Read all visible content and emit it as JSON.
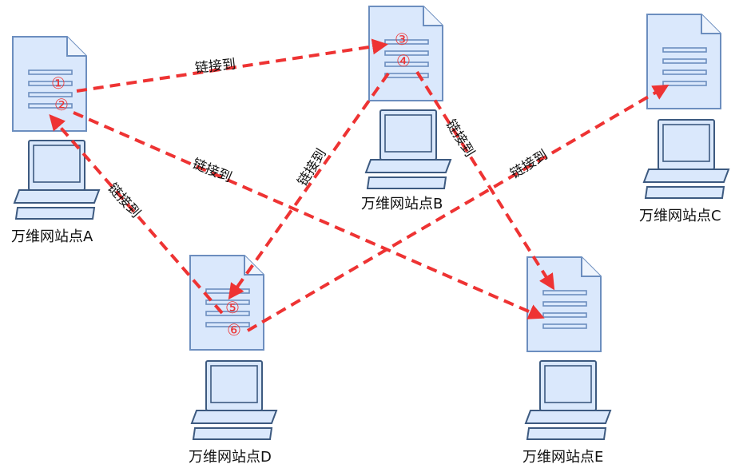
{
  "sites": [
    {
      "id": "A",
      "label": "万维网站点A"
    },
    {
      "id": "B",
      "label": "万维网站点B"
    },
    {
      "id": "C",
      "label": "万维网站点C"
    },
    {
      "id": "D",
      "label": "万维网站点D"
    },
    {
      "id": "E",
      "label": "万维网站点E"
    }
  ],
  "markers": {
    "m1": "①",
    "m2": "②",
    "m3": "③",
    "m4": "④",
    "m5": "⑤",
    "m6": "⑥"
  },
  "links": [
    {
      "from": "①",
      "to": "B",
      "label": "链接到"
    },
    {
      "from": "②",
      "to": "E",
      "label": "链接到"
    },
    {
      "from": "④",
      "to": "D",
      "label": "链接到"
    },
    {
      "from": "④",
      "to": "E",
      "label": "链接到"
    },
    {
      "from": "⑤",
      "to": "A",
      "label": "链接到"
    },
    {
      "from": "⑥",
      "to": "C",
      "label": "链接到"
    }
  ],
  "colors": {
    "link": "#ee3333",
    "node_fill": "#dae8fc",
    "node_stroke": "#6c8ebf"
  }
}
